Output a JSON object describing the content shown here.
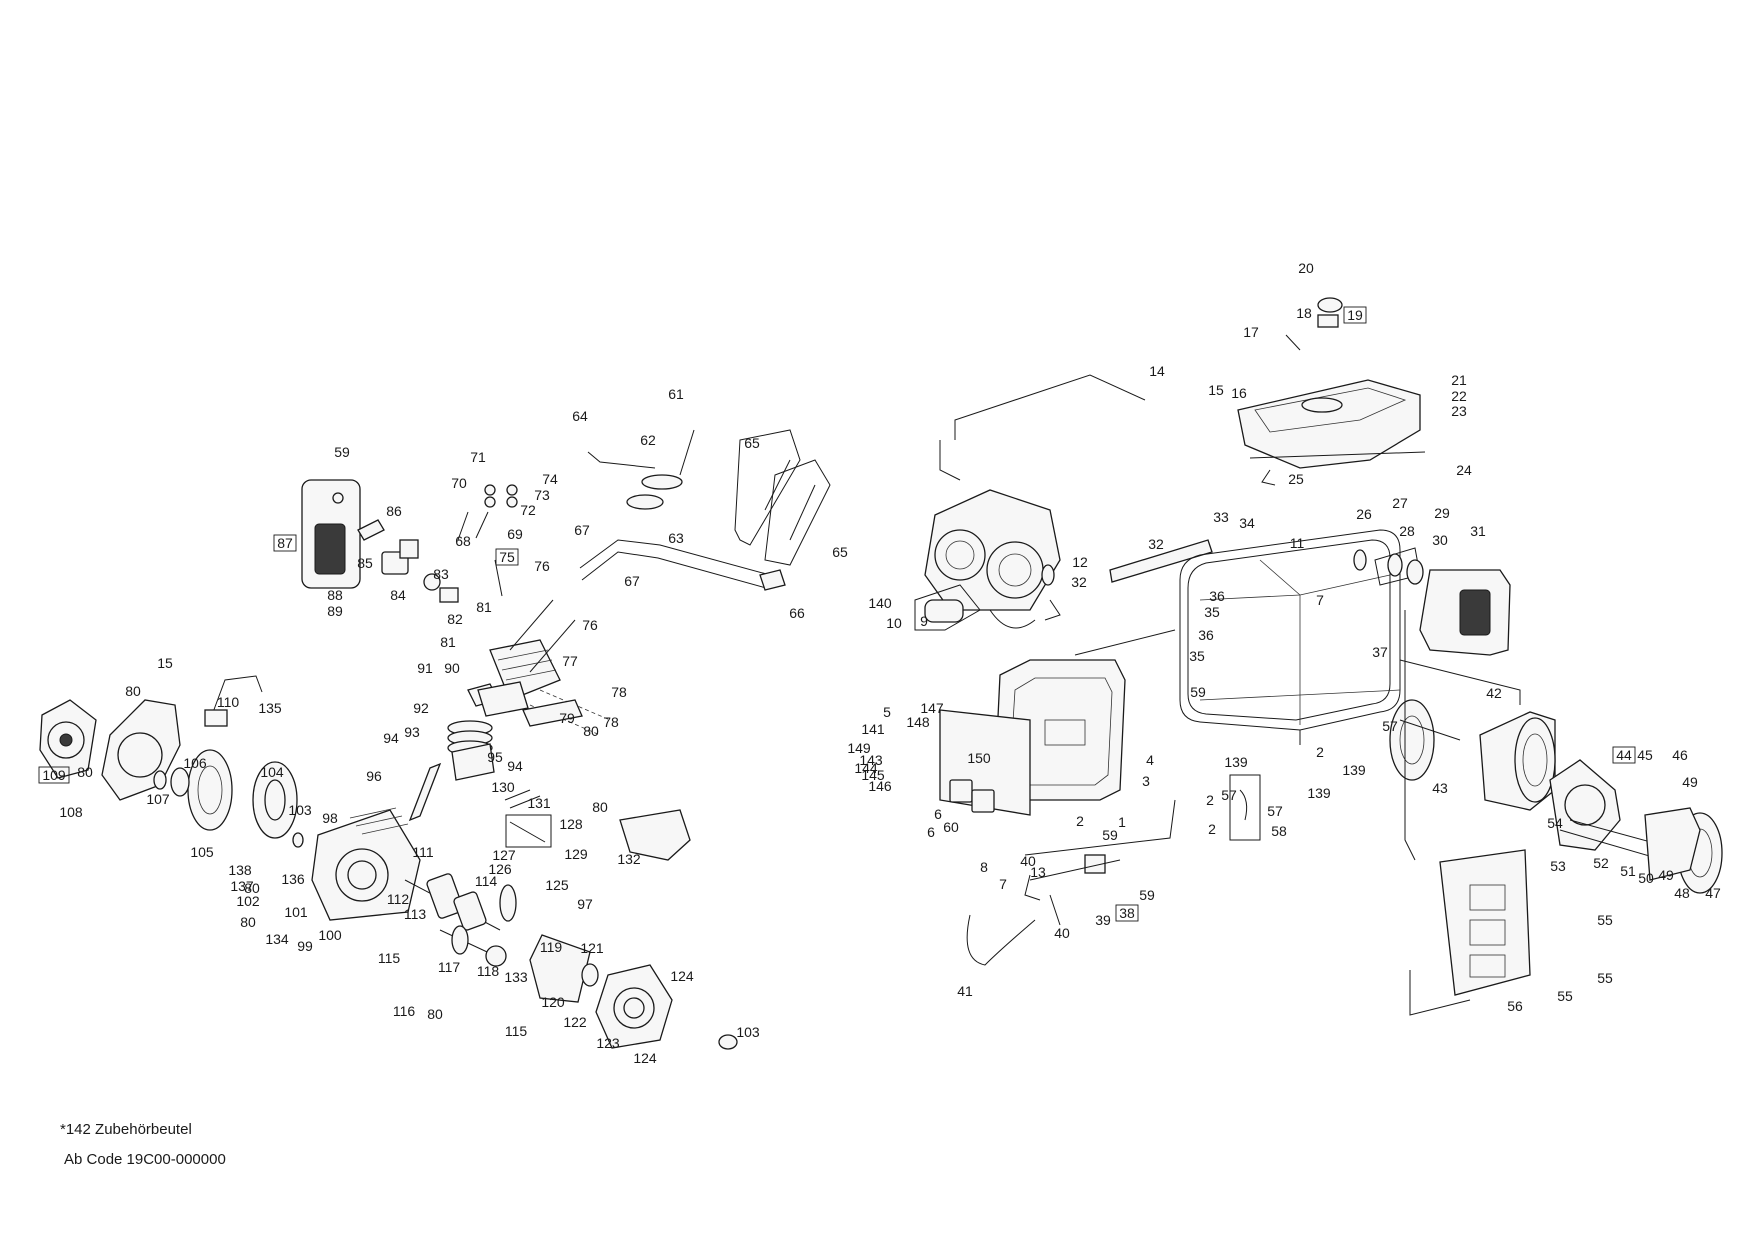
{
  "footer": {
    "accessory_note": "*142  Zubehörbeutel",
    "code_note": "Ab Code 19C00-000000"
  },
  "callouts": [
    "1",
    "2",
    "3",
    "4",
    "5",
    "6",
    "7",
    "8",
    "9",
    "10",
    "11",
    "12",
    "13",
    "14",
    "15",
    "16",
    "17",
    "18",
    "19",
    "20",
    "21",
    "22",
    "23",
    "24",
    "25",
    "26",
    "27",
    "28",
    "29",
    "30",
    "31",
    "32",
    "33",
    "34",
    "35",
    "36",
    "37",
    "38",
    "39",
    "40",
    "41",
    "42",
    "43",
    "44",
    "45",
    "46",
    "47",
    "48",
    "49",
    "50",
    "51",
    "52",
    "53",
    "54",
    "55",
    "56",
    "57",
    "58",
    "59",
    "60",
    "61",
    "62",
    "63",
    "64",
    "65",
    "66",
    "67",
    "68",
    "69",
    "70",
    "71",
    "72",
    "73",
    "74",
    "75",
    "76",
    "77",
    "78",
    "79",
    "80",
    "81",
    "82",
    "83",
    "84",
    "85",
    "86",
    "87",
    "88",
    "89",
    "90",
    "91",
    "92",
    "93",
    "94",
    "95",
    "96",
    "97",
    "98",
    "99",
    "100",
    "101",
    "102",
    "103",
    "104",
    "105",
    "106",
    "107",
    "108",
    "109",
    "110",
    "111",
    "112",
    "113",
    "114",
    "115",
    "116",
    "117",
    "118",
    "119",
    "120",
    "121",
    "122",
    "123",
    "124",
    "125",
    "126",
    "127",
    "128",
    "129",
    "130",
    "131",
    "132",
    "133",
    "134",
    "135",
    "136",
    "137",
    "138",
    "139",
    "140",
    "141",
    "143",
    "144",
    "145",
    "146",
    "147",
    "148",
    "149",
    "150"
  ],
  "boxed_callouts": [
    "19",
    "38",
    "44",
    "75",
    "87",
    "109"
  ]
}
